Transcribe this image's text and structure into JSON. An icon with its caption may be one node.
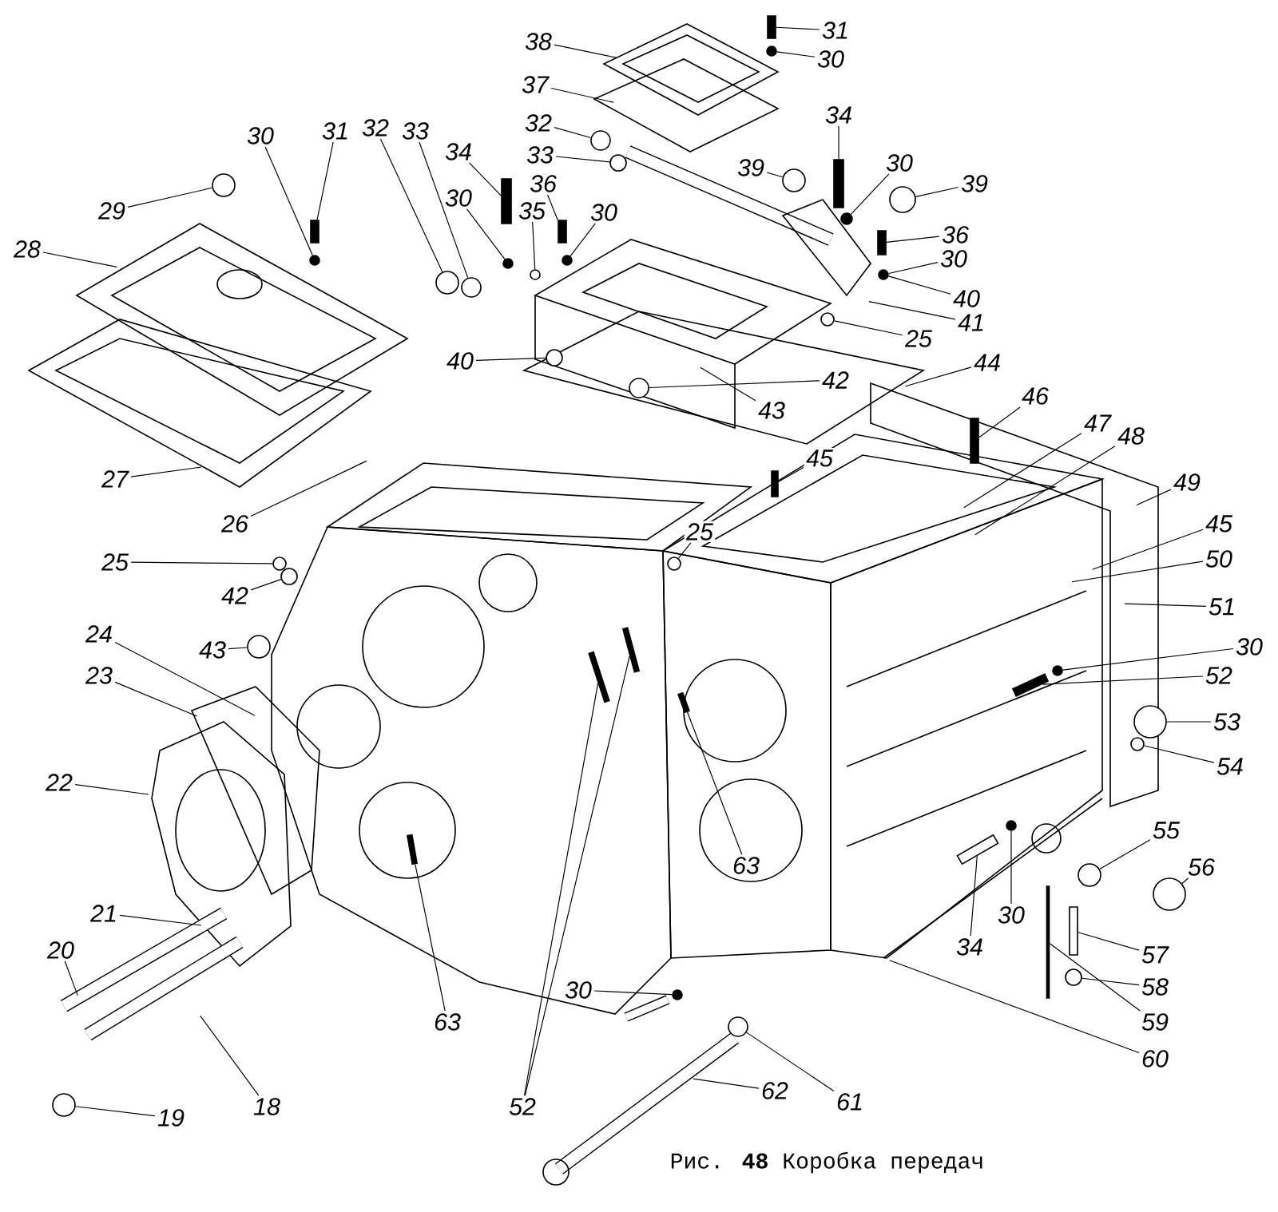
{
  "diagram": {
    "caption": "Рис. **48** Коробка передач",
    "nodes": [
      {
        "text": [
          "31"
        ]
      },
      {
        "text": [
          "38"
        ]
      },
      {
        "text": [
          "30"
        ]
      },
      {
        "text": [
          "37"
        ]
      },
      {
        "text": [
          "34"
        ]
      },
      {
        "text": [
          "32"
        ]
      },
      {
        "text": [
          "30"
        ]
      },
      {
        "text": [
          "31"
        ]
      },
      {
        "text": [
          "32"
        ]
      },
      {
        "text": [
          "33"
        ]
      },
      {
        "text": [
          "33"
        ]
      },
      {
        "text": [
          "34"
        ]
      },
      {
        "text": [
          "30"
        ]
      },
      {
        "text": [
          "39"
        ]
      },
      {
        "text": [
          "39"
        ]
      },
      {
        "text": [
          "36"
        ]
      },
      {
        "text": [
          "30"
        ]
      },
      {
        "text": [
          "35"
        ]
      },
      {
        "text": [
          "30"
        ]
      },
      {
        "text": [
          "29"
        ]
      },
      {
        "text": [
          "36"
        ]
      },
      {
        "text": [
          "28"
        ]
      },
      {
        "text": [
          "30"
        ]
      },
      {
        "text": [
          "40"
        ]
      },
      {
        "text": [
          "41"
        ]
      },
      {
        "text": [
          "25"
        ]
      },
      {
        "text": [
          "40"
        ]
      },
      {
        "text": [
          "44"
        ]
      },
      {
        "text": [
          "42"
        ]
      },
      {
        "text": [
          "46"
        ]
      },
      {
        "text": [
          "43"
        ]
      },
      {
        "text": [
          "47"
        ]
      },
      {
        "text": [
          "48"
        ]
      },
      {
        "text": [
          "45"
        ]
      },
      {
        "text": [
          "27"
        ]
      },
      {
        "text": [
          "49"
        ]
      },
      {
        "text": [
          "26"
        ]
      },
      {
        "text": [
          "45"
        ]
      },
      {
        "text": [
          "25"
        ]
      },
      {
        "text": [
          "50"
        ]
      },
      {
        "text": [
          "25"
        ]
      },
      {
        "text": [
          "42"
        ]
      },
      {
        "text": [
          "51"
        ]
      },
      {
        "text": [
          "24"
        ]
      },
      {
        "text": [
          "30"
        ]
      },
      {
        "text": [
          "43"
        ]
      },
      {
        "text": [
          "52"
        ]
      },
      {
        "text": [
          "23"
        ]
      },
      {
        "text": [
          "53"
        ]
      },
      {
        "text": [
          "54"
        ]
      },
      {
        "text": [
          "22"
        ]
      },
      {
        "text": [
          "55"
        ]
      },
      {
        "text": [
          "63"
        ]
      },
      {
        "text": [
          "56"
        ]
      },
      {
        "text": [
          "21"
        ]
      },
      {
        "text": [
          "30"
        ]
      },
      {
        "text": [
          "20"
        ]
      },
      {
        "text": [
          "34"
        ]
      },
      {
        "text": [
          "57"
        ]
      },
      {
        "text": [
          "58"
        ]
      },
      {
        "text": [
          "30"
        ]
      },
      {
        "text": [
          "63"
        ]
      },
      {
        "text": [
          "59"
        ]
      },
      {
        "text": [
          "60"
        ]
      },
      {
        "text": [
          "62"
        ]
      },
      {
        "text": [
          "61"
        ]
      },
      {
        "text": [
          "52"
        ]
      },
      {
        "text": [
          "18"
        ]
      },
      {
        "text": [
          "19"
        ]
      },
      {
        "text": [],
        "shape": "bar"
      },
      {
        "text": [],
        "shape": "circle"
      },
      {
        "text": [],
        "shape": "circle"
      },
      {
        "text": [],
        "shape": "circle"
      },
      {
        "text": [],
        "shape": "bar"
      },
      {
        "text": [],
        "shape": "circle"
      },
      {
        "text": [],
        "shape": "bar"
      },
      {
        "text": [],
        "shape": "circle"
      },
      {
        "text": [],
        "shape": "circle"
      },
      {
        "text": [],
        "shape": "bar"
      },
      {
        "text": [],
        "shape": "circle"
      },
      {
        "text": [],
        "shape": "circle"
      },
      {
        "text": [],
        "shape": "circle"
      },
      {
        "text": [],
        "shape": "circle"
      },
      {
        "text": [],
        "shape": "bar"
      },
      {
        "text": [],
        "shape": "circle"
      },
      {
        "text": [],
        "shape": "circle"
      },
      {
        "text": [],
        "shape": "circle"
      },
      {
        "text": [],
        "shape": "bar"
      },
      {
        "text": [],
        "shape": "circle"
      },
      {
        "text": [],
        "shape": "circle"
      },
      {
        "text": [],
        "shape": "circle"
      },
      {
        "text": [],
        "shape": "circle"
      },
      {
        "text": [],
        "shape": "bar"
      },
      {
        "text": [],
        "shape": "bar"
      },
      {
        "text": [],
        "shape": "circle"
      },
      {
        "text": [],
        "shape": "circle"
      },
      {
        "text": [],
        "shape": "circle"
      },
      {
        "text": [],
        "shape": "circle"
      },
      {
        "text": [],
        "shape": "circle"
      },
      {
        "text": [],
        "shape": "bar"
      },
      {
        "text": [],
        "shape": "circle"
      },
      {
        "text": [],
        "shape": "circle"
      },
      {
        "text": [],
        "shape": "circle"
      },
      {
        "text": [],
        "shape": "circle"
      },
      {
        "text": [],
        "shape": "bar"
      },
      {
        "text": [],
        "shape": "circle"
      },
      {
        "text": [],
        "shape": "bar"
      },
      {
        "text": [],
        "shape": "circle"
      },
      {
        "text": [],
        "shape": "bar"
      },
      {
        "text": [],
        "shape": "circle"
      },
      {
        "text": [],
        "shape": "circle"
      },
      {
        "text": [],
        "shape": "circle"
      },
      {
        "text": [],
        "shape": "bar"
      },
      {
        "text": [],
        "shape": "bar"
      },
      {
        "text": [],
        "shape": "bar"
      },
      {
        "text": [],
        "shape": "bar"
      }
    ],
    "edges": [
      {
        "from": 0,
        "to": 69,
        "arrow": "none"
      },
      {
        "from": 1,
        "to": null,
        "arrow": "none"
      },
      {
        "from": 2,
        "to": 70,
        "arrow": "none"
      },
      {
        "from": 3,
        "to": null,
        "arrow": "none"
      },
      {
        "from": 4,
        "to": 73,
        "arrow": "none"
      },
      {
        "from": 5,
        "to": 71,
        "arrow": "none"
      },
      {
        "from": 6,
        "to": 74,
        "arrow": "none"
      },
      {
        "from": 7,
        "to": 75,
        "arrow": "none"
      },
      {
        "from": 8,
        "to": 76,
        "arrow": "none"
      },
      {
        "from": 9,
        "to": 77,
        "arrow": "none"
      },
      {
        "from": 10,
        "to": 72,
        "arrow": "none"
      },
      {
        "from": 11,
        "to": 78,
        "arrow": "none"
      },
      {
        "from": 12,
        "to": 80,
        "arrow": "none"
      },
      {
        "from": 13,
        "to": 81,
        "arrow": "none"
      },
      {
        "from": 14,
        "to": 82,
        "arrow": "none"
      },
      {
        "from": 15,
        "to": 83,
        "arrow": "none"
      },
      {
        "from": 16,
        "to": 79,
        "arrow": "none"
      },
      {
        "from": 17,
        "to": 84,
        "arrow": "none"
      },
      {
        "from": 18,
        "to": 85,
        "arrow": "none"
      },
      {
        "from": 19,
        "to": 86,
        "arrow": "none"
      },
      {
        "from": 20,
        "to": 87,
        "arrow": "none"
      },
      {
        "from": 21,
        "to": null,
        "arrow": "none"
      },
      {
        "from": 22,
        "to": 88,
        "arrow": "none"
      },
      {
        "from": 23,
        "to": 88,
        "arrow": "none"
      },
      {
        "from": 24,
        "to": null,
        "arrow": "none"
      },
      {
        "from": 25,
        "to": 89,
        "arrow": "none"
      },
      {
        "from": 26,
        "to": 90,
        "arrow": "none"
      },
      {
        "from": 27,
        "to": null,
        "arrow": "none"
      },
      {
        "from": 28,
        "to": 91,
        "arrow": "none"
      },
      {
        "from": 29,
        "to": 92,
        "arrow": "none"
      },
      {
        "from": 30,
        "to": null,
        "arrow": "none"
      },
      {
        "from": 31,
        "to": null,
        "arrow": "none"
      },
      {
        "from": 32,
        "to": null,
        "arrow": "none"
      },
      {
        "from": 33,
        "to": 93,
        "arrow": "none"
      },
      {
        "from": 34,
        "to": null,
        "arrow": "none"
      },
      {
        "from": 35,
        "to": null,
        "arrow": "none"
      },
      {
        "from": 36,
        "to": null,
        "arrow": "none"
      },
      {
        "from": 37,
        "to": null,
        "arrow": "none"
      },
      {
        "from": 38,
        "to": 94,
        "arrow": "none"
      },
      {
        "from": 39,
        "to": null,
        "arrow": "none"
      },
      {
        "from": 40,
        "to": 95,
        "arrow": "none"
      },
      {
        "from": 41,
        "to": 96,
        "arrow": "none"
      },
      {
        "from": 42,
        "to": null,
        "arrow": "none"
      },
      {
        "from": 43,
        "to": null,
        "arrow": "none"
      },
      {
        "from": 44,
        "to": 98,
        "arrow": "none"
      },
      {
        "from": 45,
        "to": 97,
        "arrow": "none"
      },
      {
        "from": 46,
        "to": 99,
        "arrow": "none"
      },
      {
        "from": 47,
        "to": null,
        "arrow": "none"
      },
      {
        "from": 48,
        "to": 100,
        "arrow": "none"
      },
      {
        "from": 49,
        "to": 101,
        "arrow": "none"
      },
      {
        "from": 50,
        "to": null,
        "arrow": "none"
      },
      {
        "from": 51,
        "to": 102,
        "arrow": "none"
      },
      {
        "from": 52,
        "to": 115,
        "arrow": "none"
      },
      {
        "from": 53,
        "to": 103,
        "arrow": "none"
      },
      {
        "from": 54,
        "to": null,
        "arrow": "none"
      },
      {
        "from": 55,
        "to": 107,
        "arrow": "none"
      },
      {
        "from": 56,
        "to": null,
        "arrow": "none"
      },
      {
        "from": 57,
        "to": 108,
        "arrow": "none"
      },
      {
        "from": 58,
        "to": 104,
        "arrow": "none"
      },
      {
        "from": 59,
        "to": 105,
        "arrow": "none"
      },
      {
        "from": 60,
        "to": 109,
        "arrow": "none"
      },
      {
        "from": 61,
        "to": 114,
        "arrow": "none"
      },
      {
        "from": 62,
        "to": 106,
        "arrow": "none"
      },
      {
        "from": 63,
        "to": null,
        "arrow": "none"
      },
      {
        "from": 64,
        "to": null,
        "arrow": "none"
      },
      {
        "from": 65,
        "to": 110,
        "arrow": "none"
      },
      {
        "from": 66,
        "to": 112,
        "arrow": "none"
      },
      {
        "from": 66,
        "to": 113,
        "arrow": "none"
      },
      {
        "from": 67,
        "to": null,
        "arrow": "none"
      },
      {
        "from": 68,
        "to": 111,
        "arrow": "none"
      }
    ]
  }
}
